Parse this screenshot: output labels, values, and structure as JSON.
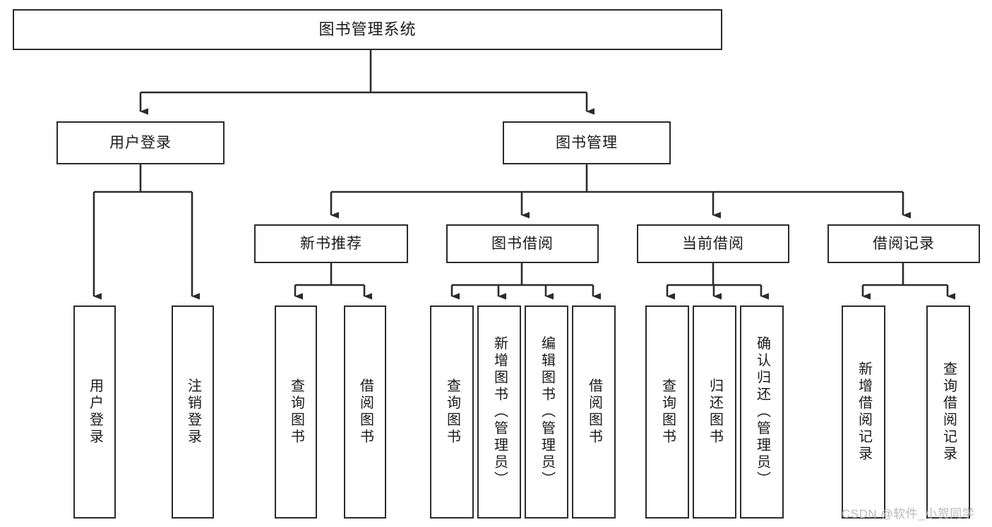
{
  "diagram": {
    "title": "图书管理系统",
    "type": "tree-hierarchy-diagram",
    "line_color": "#2b2b2b",
    "box_fill": "#ffffff",
    "text_color": "#1a1a1a"
  },
  "nodes": {
    "root": {
      "label": "图书管理系统"
    },
    "level2": [
      {
        "id": "user-login",
        "label": "用户登录"
      },
      {
        "id": "book-manage",
        "label": "图书管理"
      }
    ],
    "level3": [
      {
        "id": "new-book-recommend",
        "label": "新书推荐"
      },
      {
        "id": "book-borrow",
        "label": "图书借阅"
      },
      {
        "id": "current-borrow",
        "label": "当前借阅"
      },
      {
        "id": "borrow-record",
        "label": "借阅记录"
      }
    ],
    "leaves": {
      "user_login": [
        {
          "id": "leaf-user-login",
          "label": "用户登录"
        },
        {
          "id": "leaf-logout-login",
          "label": "注销登录"
        }
      ],
      "new_book_recommend": [
        {
          "id": "leaf-query-book-1",
          "label": "查询图书"
        },
        {
          "id": "leaf-borrow-book-1",
          "label": "借阅图书"
        }
      ],
      "book_borrow": [
        {
          "id": "leaf-query-book-2",
          "label": "查询图书"
        },
        {
          "id": "leaf-add-book",
          "label": "新增图书（管理员）"
        },
        {
          "id": "leaf-edit-book",
          "label": "编辑图书（管理员）"
        },
        {
          "id": "leaf-borrow-book-2",
          "label": "借阅图书"
        }
      ],
      "current_borrow": [
        {
          "id": "leaf-query-book-3",
          "label": "查询图书"
        },
        {
          "id": "leaf-return-book",
          "label": "归还图书"
        },
        {
          "id": "leaf-confirm-return",
          "label": "确认归还（管理员）"
        }
      ],
      "borrow_record": [
        {
          "id": "leaf-add-borrow-record",
          "label": "新增借阅记录"
        },
        {
          "id": "leaf-query-borrow-record",
          "label": "查询借阅记录"
        }
      ]
    }
  },
  "watermark": {
    "text": "CSDN @软件_小贺同学"
  }
}
